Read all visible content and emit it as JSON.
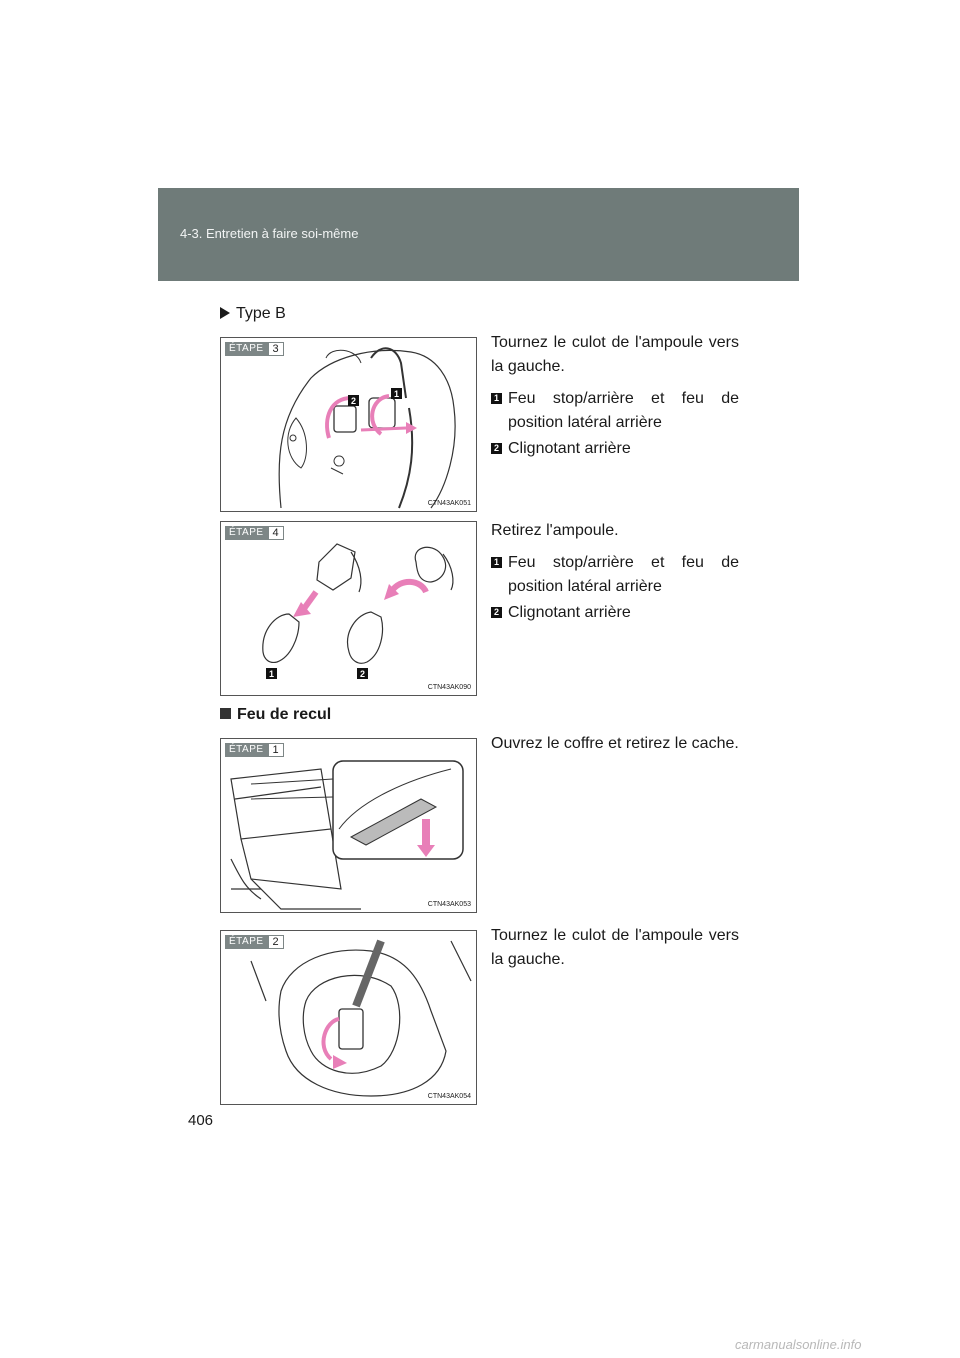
{
  "header": {
    "section": "4-3. Entretien à faire soi-même"
  },
  "type_label": "Type B",
  "step_prefix": "ÉTAPE",
  "figures": [
    {
      "step": "3",
      "code": "CTN43AK051",
      "badges": [
        "1",
        "2"
      ]
    },
    {
      "step": "4",
      "code": "CTN43AK090",
      "badges": [
        "1",
        "2"
      ]
    },
    {
      "step": "1",
      "code": "CTN43AK053"
    },
    {
      "step": "2",
      "code": "CTN43AK054"
    }
  ],
  "steps": [
    {
      "text": "Tournez le culot de l'ampoule vers la gauche.",
      "items": [
        {
          "num": "1",
          "text": "Feu stop/arrière et feu de position latéral arrière"
        },
        {
          "num": "2",
          "text": "Clignotant arrière"
        }
      ]
    },
    {
      "text": "Retirez l'ampoule.",
      "items": [
        {
          "num": "1",
          "text": "Feu stop/arrière et feu de position latéral arrière"
        },
        {
          "num": "2",
          "text": "Clignotant arrière"
        }
      ]
    },
    {
      "text": "Ouvrez le coffre et retirez le cache."
    },
    {
      "text": "Tournez le culot de l'ampoule vers la gauche."
    }
  ],
  "section_heading": "Feu de recul",
  "page_number": "406",
  "watermark": "carmanualsonline.info",
  "colors": {
    "header_bg": "#6f7b79",
    "arrow_pink": "#e87fb8",
    "tag_gray": "#7d8686"
  }
}
